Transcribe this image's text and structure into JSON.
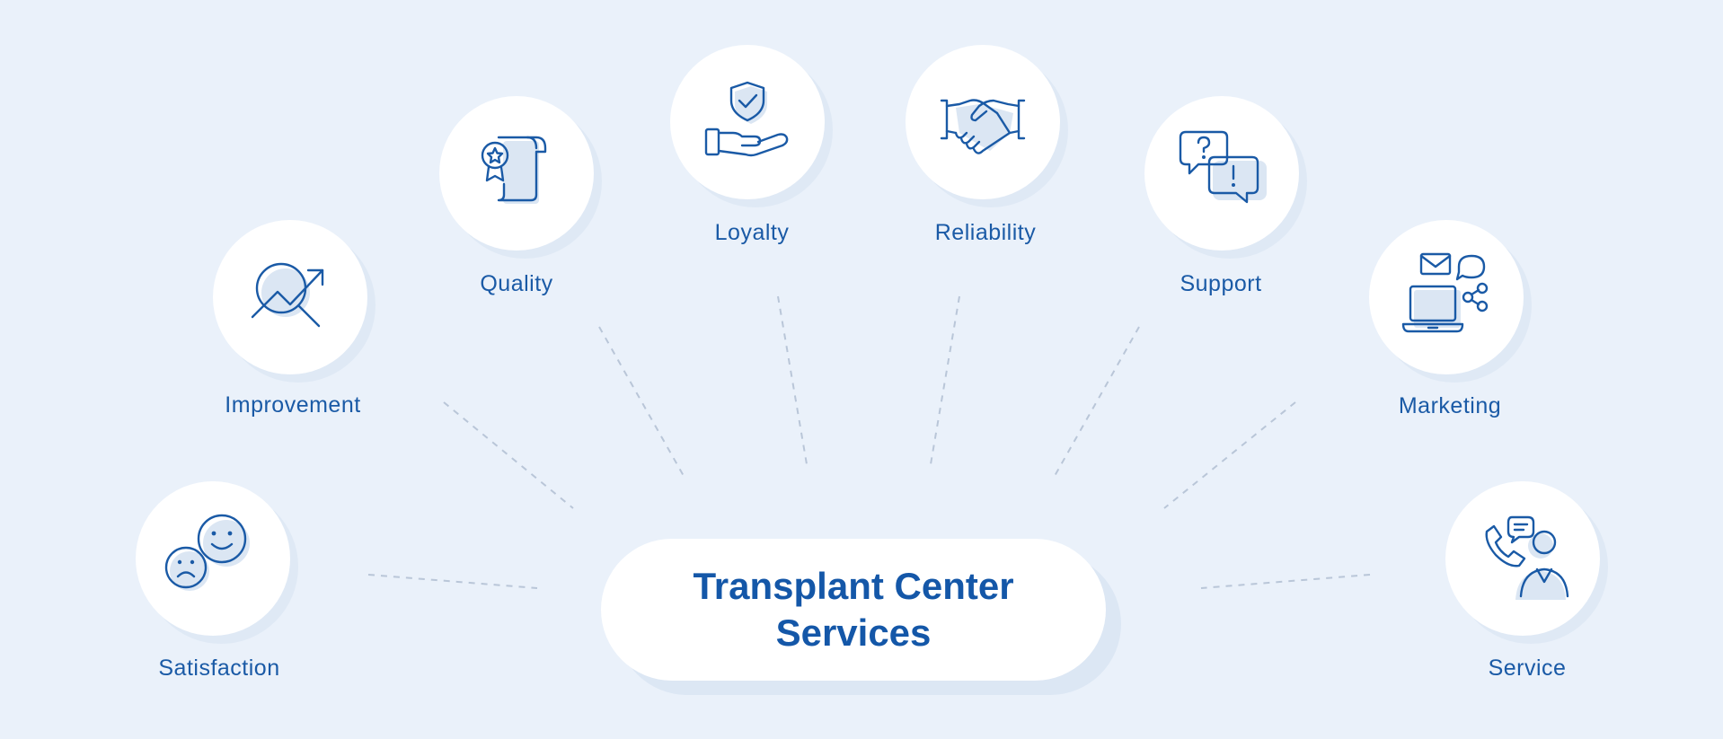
{
  "diagram": {
    "hub": {
      "title_line1": "Transplant Center",
      "title_line2": "Services"
    },
    "nodes": [
      {
        "id": "satisfaction",
        "label": "Satisfaction",
        "icon": "smiley-faces-icon"
      },
      {
        "id": "improvement",
        "label": "Improvement",
        "icon": "trend-magnifier-icon"
      },
      {
        "id": "quality",
        "label": "Quality",
        "icon": "award-certificate-icon"
      },
      {
        "id": "loyalty",
        "label": "Loyalty",
        "icon": "hand-shield-icon"
      },
      {
        "id": "reliability",
        "label": "Reliability",
        "icon": "handshake-icon"
      },
      {
        "id": "support",
        "label": "Support",
        "icon": "chat-bubbles-icon"
      },
      {
        "id": "marketing",
        "label": "Marketing",
        "icon": "laptop-mail-share-icon"
      },
      {
        "id": "service",
        "label": "Service",
        "icon": "phone-agent-icon"
      }
    ],
    "colors": {
      "background": "#eaf1fa",
      "accent": "#1a5aa6",
      "circle": "#ffffff",
      "connector": "#b9c6d8"
    }
  }
}
